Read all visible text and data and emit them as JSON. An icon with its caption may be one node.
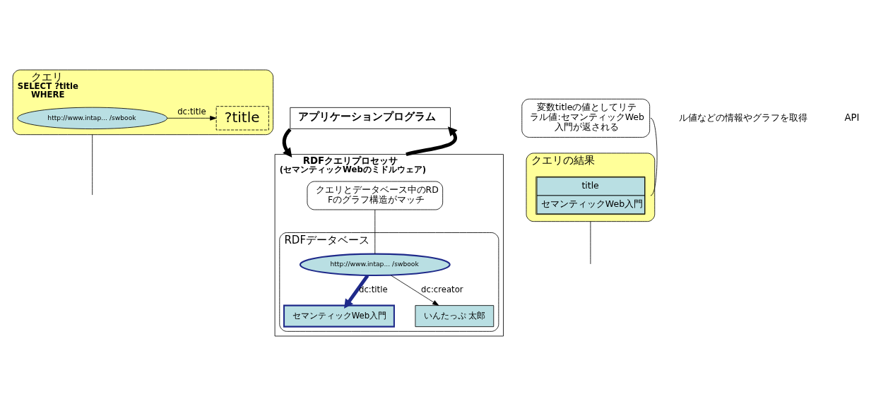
{
  "diagram": {
    "nodes": [
      {
        "text": [
          "クエリ",
          "SELECT ?title",
          "WHERE"
        ]
      },
      {
        "text": [
          "http://www.intap... /swbook"
        ],
        "in": 0
      },
      {
        "text": [
          "?title"
        ],
        "in": 0
      },
      {
        "text": [
          "アプリケーションプログラム"
        ]
      },
      {
        "text": [
          "変数titleの値としてリテラル値:セマンティックWeb入門が返される"
        ]
      },
      {
        "text": [
          "クエリの結果"
        ]
      },
      {
        "text": [
          "title",
          "セマンティックWeb入門"
        ],
        "in": 5
      },
      {
        "text": [
          "RDFクエリプロセッサ",
          "(セマンティックWebのミドルウェア)"
        ]
      },
      {
        "text": [
          "RDFデータベース"
        ],
        "in": 7
      },
      {
        "text": [
          "http://www.intap... /swbook"
        ],
        "in": 8
      },
      {
        "text": [
          "セマンティックWeb入門"
        ],
        "in": 8
      },
      {
        "text": [
          "いんたっぷ 太郎"
        ],
        "in": 8
      },
      {
        "text": [
          "クエリとデータベース中のRDFのグラフ構造がマッチ"
        ],
        "in": 7
      }
    ],
    "edges": [
      {
        "from": 1,
        "to": 2,
        "arrow": "to",
        "label": "dc:title"
      },
      {
        "from": 3,
        "to": 7,
        "arrow": "to",
        "style": "thick"
      },
      {
        "from": 7,
        "to": 3,
        "arrow": "to",
        "style": "thick"
      },
      {
        "from": 9,
        "to": 10,
        "arrow": "to",
        "label": "dc:title",
        "style": "thick",
        "color": "#1f2a8a"
      },
      {
        "from": 9,
        "to": 11,
        "arrow": "to",
        "label": "dc:creator"
      },
      {
        "from": 0,
        "to": null,
        "arrow": "none"
      },
      {
        "from": 5,
        "to": null,
        "arrow": "none"
      },
      {
        "from": 4,
        "to": 6,
        "arrow": "none"
      },
      {
        "from": 12,
        "to": 9,
        "arrow": "none"
      }
    ],
    "labels": [
      "ル値などの情報やグラフを取得",
      "API"
    ]
  }
}
